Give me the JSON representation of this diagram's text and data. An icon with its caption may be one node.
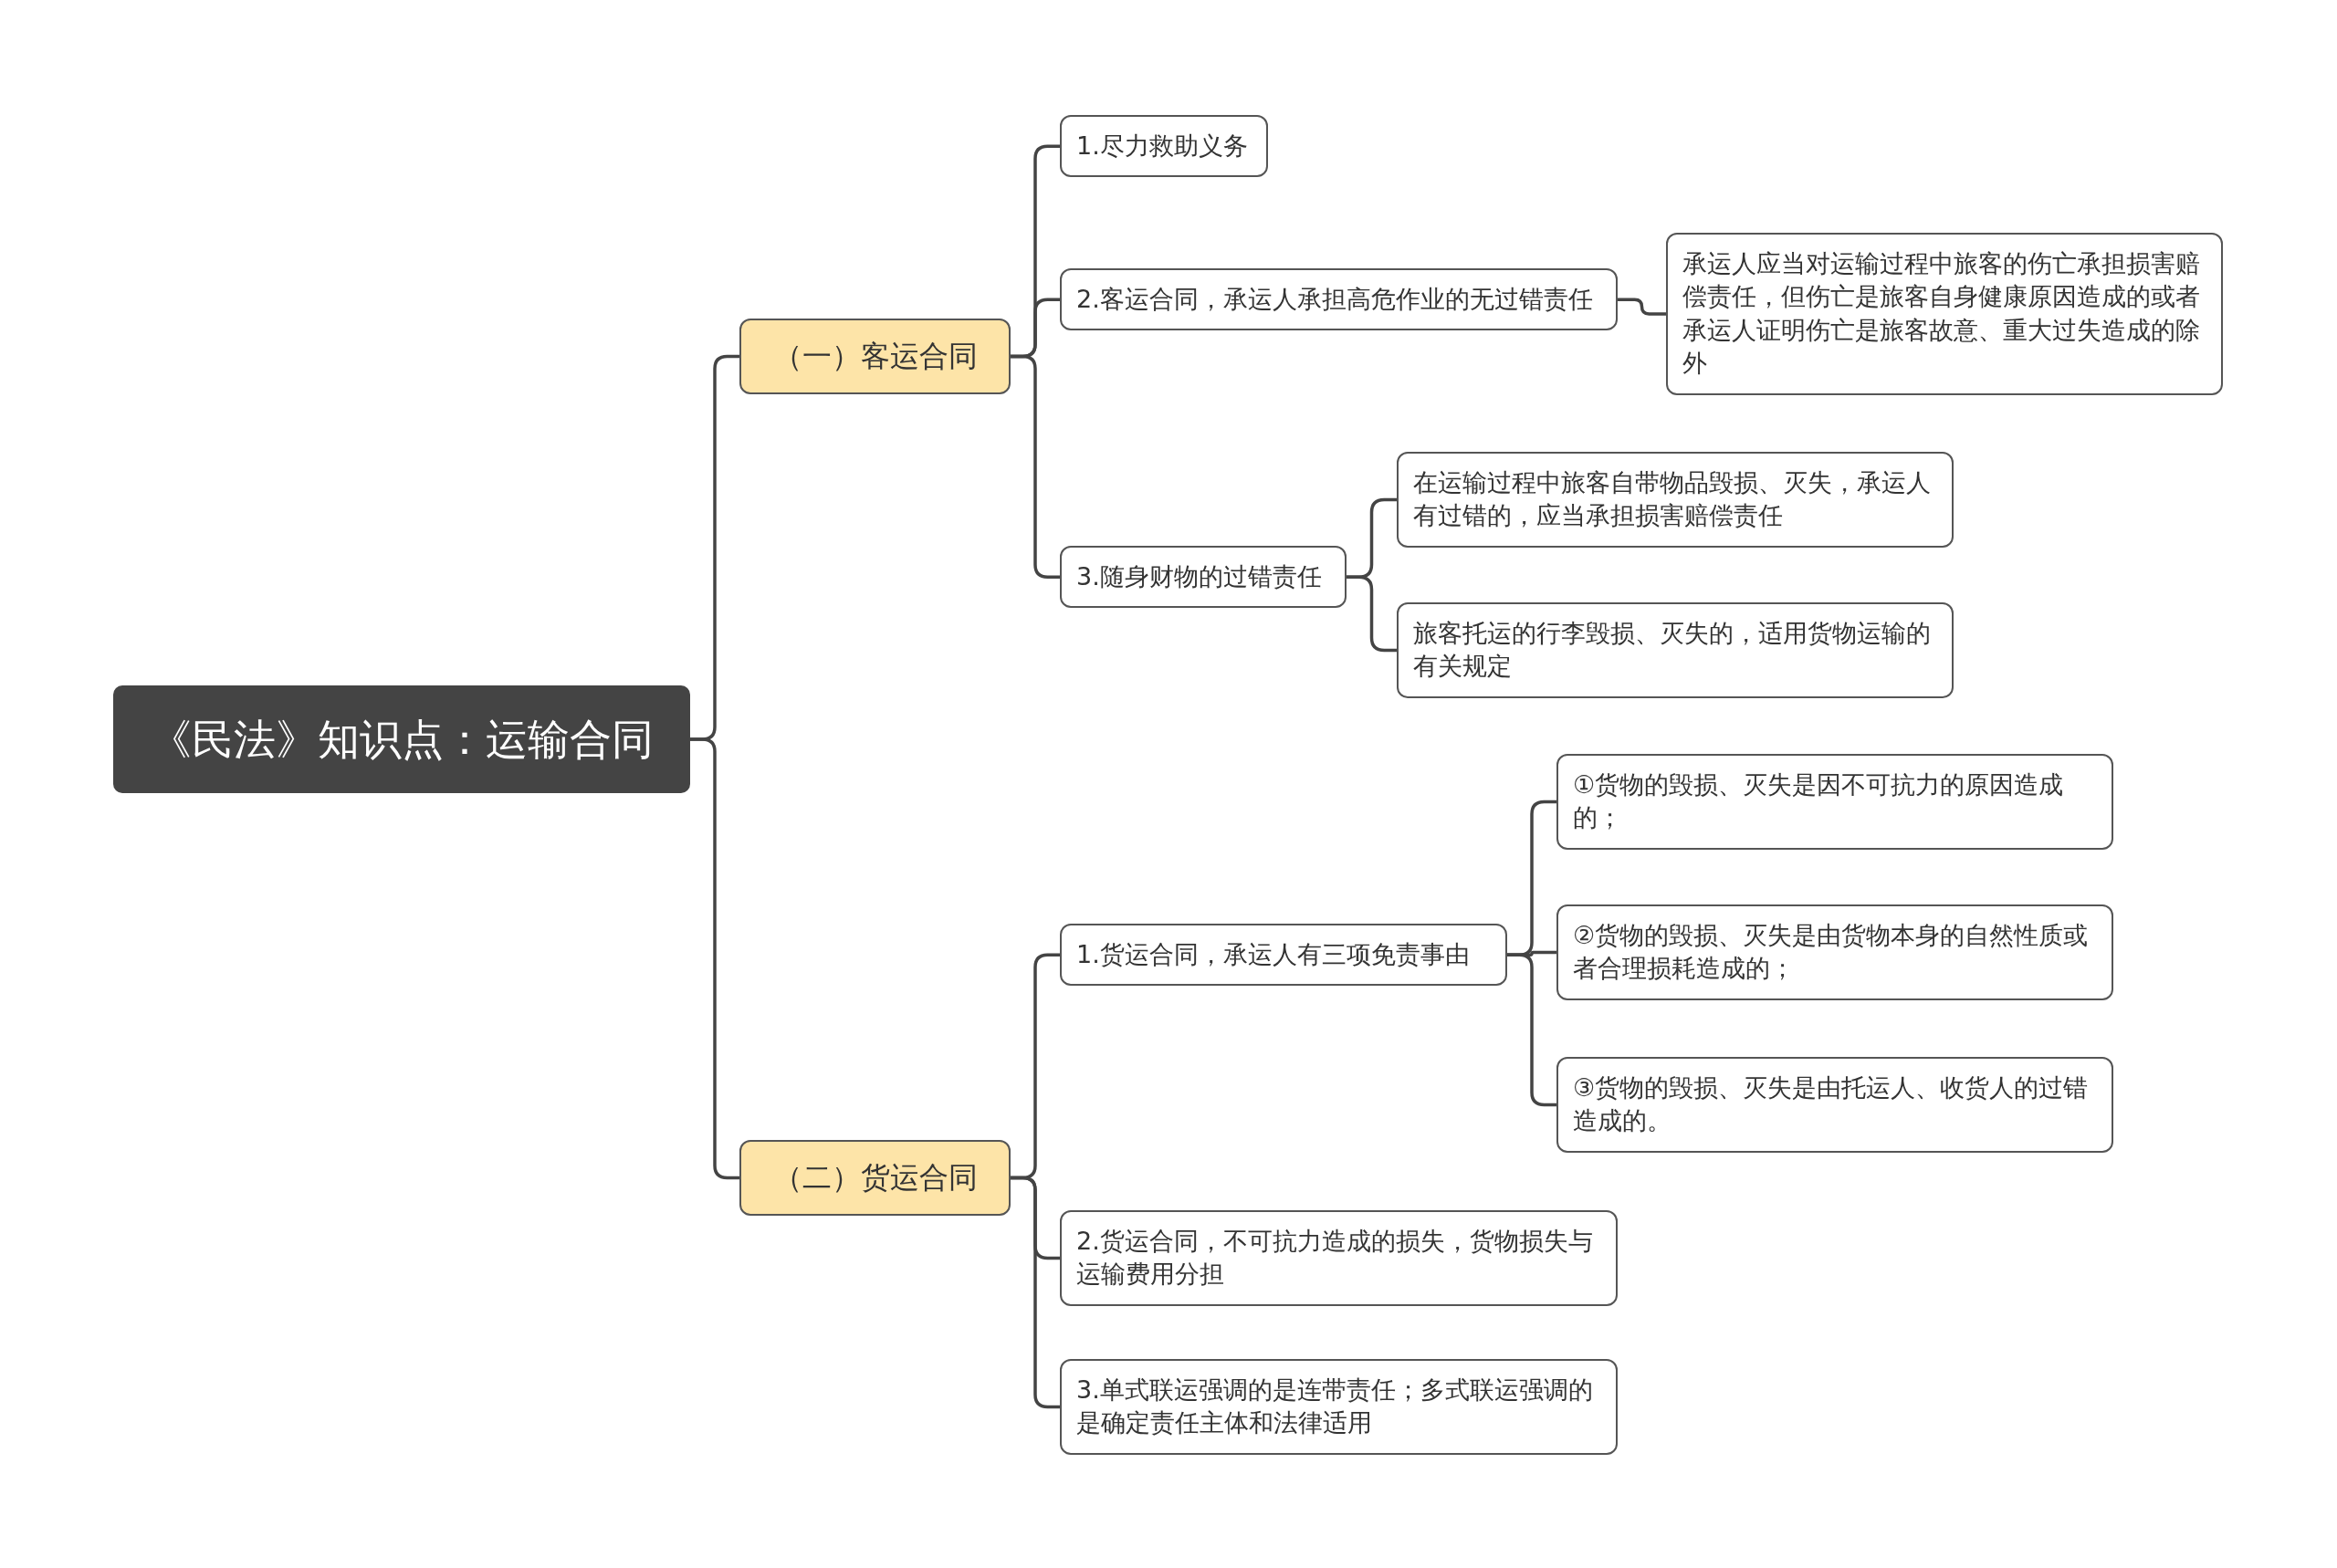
{
  "diagram": {
    "nodes": [
      {
        "text": [
          "《民法》知识点：运输合同"
        ]
      },
      {
        "text": [
          "（一）客运合同"
        ]
      },
      {
        "text": [
          "1.尽力救助义务"
        ]
      },
      {
        "text": [
          "2.客运合同，承运人承担高危作业的无过错责任"
        ]
      },
      {
        "text": [
          "承运人应当对运输过程中旅客的伤亡承担损害赔偿责任，但伤亡是旅客自身健康原因造成的或者承运人证明伤亡是旅客故意、重大过失造成的除外"
        ]
      },
      {
        "text": [
          "3.随身财物的过错责任"
        ]
      },
      {
        "text": [
          "在运输过程中旅客自带物品毁损、灭失，承运人有过错的，应当承担损害赔偿责任"
        ]
      },
      {
        "text": [
          "旅客托运的行李毁损、灭失的，适用货物运输的有关规定"
        ]
      },
      {
        "text": [
          "（二）货运合同"
        ]
      },
      {
        "text": [
          "1.货运合同，承运人有三项免责事由"
        ]
      },
      {
        "text": [
          "①货物的毁损、灭失是因不可抗力的原因造成的；"
        ]
      },
      {
        "text": [
          "②货物的毁损、灭失是由货物本身的自然性质或者合理损耗造成的；"
        ]
      },
      {
        "text": [
          "③货物的毁损、灭失是由托运人、收货人的过错造成的。"
        ]
      },
      {
        "text": [
          "2.货运合同，不可抗力造成的损失，货物损失与运输费用分担"
        ]
      },
      {
        "text": [
          "3.单式联运强调的是连带责任；多式联运强调的是确定责任主体和法律适用"
        ]
      }
    ],
    "edges": [
      {
        "from": 0,
        "to": 1,
        "arrow": "none"
      },
      {
        "from": 1,
        "to": 2,
        "arrow": "none"
      },
      {
        "from": 1,
        "to": 3,
        "arrow": "none"
      },
      {
        "from": 3,
        "to": 4,
        "arrow": "none"
      },
      {
        "from": 1,
        "to": 5,
        "arrow": "none"
      },
      {
        "from": 5,
        "to": 6,
        "arrow": "none"
      },
      {
        "from": 5,
        "to": 7,
        "arrow": "none"
      },
      {
        "from": 0,
        "to": 8,
        "arrow": "none"
      },
      {
        "from": 8,
        "to": 9,
        "arrow": "none"
      },
      {
        "from": 9,
        "to": 10,
        "arrow": "none"
      },
      {
        "from": 9,
        "to": 11,
        "arrow": "none"
      },
      {
        "from": 9,
        "to": 12,
        "arrow": "none"
      },
      {
        "from": 8,
        "to": 13,
        "arrow": "none"
      },
      {
        "from": 8,
        "to": 14,
        "arrow": "none"
      }
    ]
  }
}
